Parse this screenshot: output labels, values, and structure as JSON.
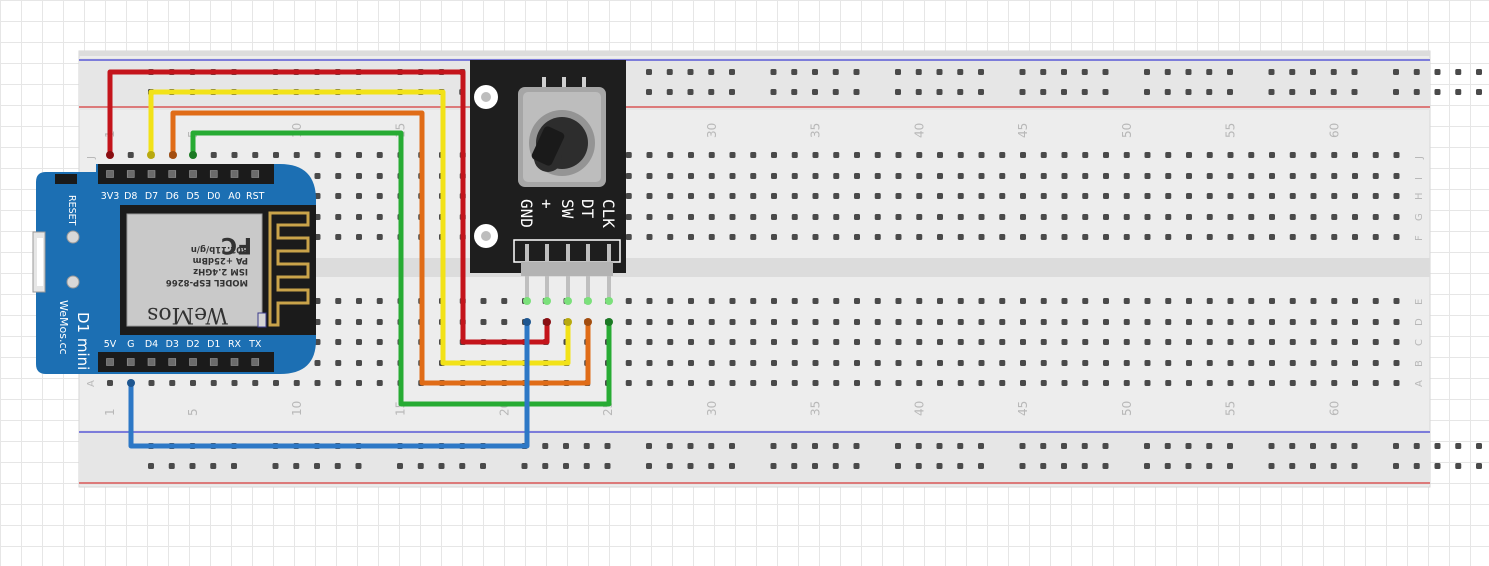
{
  "breadboard": {
    "column_numbers": [
      "1",
      "5",
      "10",
      "15",
      "20",
      "25",
      "30",
      "35",
      "40",
      "45",
      "50",
      "55",
      "60"
    ],
    "rows_top": [
      "J",
      "I",
      "H",
      "G",
      "F"
    ],
    "rows_bottom": [
      "E",
      "D",
      "C",
      "B",
      "A"
    ]
  },
  "wemos": {
    "top_pins": [
      "3V3",
      "D8",
      "D7",
      "D6",
      "D5",
      "D0",
      "A0",
      "RST"
    ],
    "bottom_pins": [
      "5V",
      "G",
      "D4",
      "D3",
      "D2",
      "D1",
      "RX",
      "TX"
    ],
    "reset_label": "RESET",
    "chip_lines": [
      "MODEL  ESP-8266",
      "ISM 2.4GHz",
      "PA +25dBm",
      "802.11b/g/n"
    ],
    "fc_mark": "FC",
    "brand": "WeMos",
    "board_name": "D1 mini",
    "website": "WeMos.cc"
  },
  "encoder": {
    "pin_labels": [
      "GND",
      "+",
      "SW",
      "DT",
      "CLK"
    ]
  },
  "colors": {
    "red_wire": "#c4141b",
    "yellow_wire": "#f2e218",
    "orange_wire": "#e06c17",
    "green_wire": "#27ab33",
    "blue_wire": "#2d78c6",
    "wemos_blue": "#1c6fb3",
    "breadboard": "#ececec",
    "rail_red": "#d63b3b",
    "rail_blue": "#3d3dd4"
  }
}
